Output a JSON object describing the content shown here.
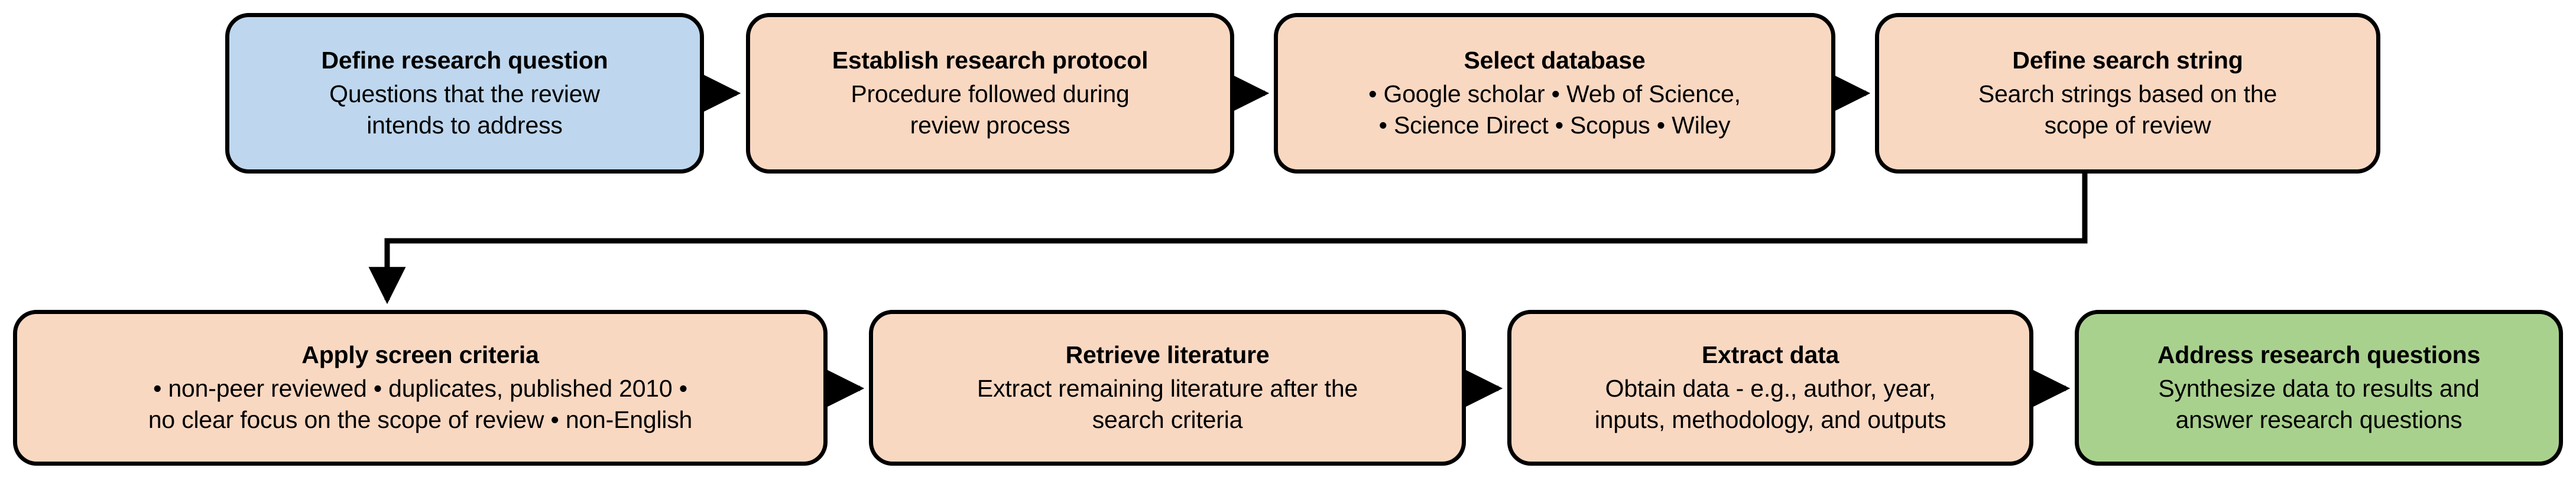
{
  "diagram": {
    "title": "Systematic literature review process flowchart",
    "colors": {
      "node_blue": "#bed7ee",
      "node_peach": "#f9d8c2",
      "node_green": "#a9d18e",
      "stroke": "#000000",
      "background": "#ffffff"
    },
    "nodes": [
      {
        "id": "define-research-question",
        "title": "Define research question",
        "desc_lines": [
          "Questions that the review",
          "intends to address"
        ],
        "fill": "blue"
      },
      {
        "id": "establish-research-protocol",
        "title": "Establish research protocol",
        "desc_lines": [
          "Procedure followed during",
          "review process"
        ],
        "fill": "peach"
      },
      {
        "id": "select-database",
        "title": "Select database",
        "desc_lines": [
          "• Google scholar • Web of Science,",
          "• Science Direct • Scopus • Wiley"
        ],
        "fill": "peach"
      },
      {
        "id": "define-search-string",
        "title": "Define search string",
        "desc_lines": [
          "Search strings based on the",
          "scope of review"
        ],
        "fill": "peach"
      },
      {
        "id": "apply-screen-criteria",
        "title": "Apply screen criteria",
        "desc_lines": [
          "• non-peer reviewed • duplicates, published 2010 •",
          "no clear focus on the scope of review • non-English"
        ],
        "fill": "peach"
      },
      {
        "id": "retrieve-literature",
        "title": "Retrieve literature",
        "desc_lines": [
          "Extract remaining literature after the",
          "search criteria"
        ],
        "fill": "peach"
      },
      {
        "id": "extract-data",
        "title": "Extract data",
        "desc_lines": [
          "Obtain data - e.g., author, year,",
          "inputs, methodology, and outputs"
        ],
        "fill": "peach"
      },
      {
        "id": "address-research-questions",
        "title": "Address research questions",
        "desc_lines": [
          "Synthesize data to results and",
          "answer research questions"
        ],
        "fill": "green"
      }
    ],
    "edges": [
      {
        "id": "edge-1",
        "from": "define-research-question",
        "to": "establish-research-protocol",
        "kind": "straight-right"
      },
      {
        "id": "edge-2",
        "from": "establish-research-protocol",
        "to": "select-database",
        "kind": "straight-right"
      },
      {
        "id": "edge-3",
        "from": "select-database",
        "to": "define-search-string",
        "kind": "straight-right"
      },
      {
        "id": "edge-4",
        "from": "define-search-string",
        "to": "apply-screen-criteria",
        "kind": "elbow-down-left"
      },
      {
        "id": "edge-5",
        "from": "apply-screen-criteria",
        "to": "retrieve-literature",
        "kind": "straight-right"
      },
      {
        "id": "edge-6",
        "from": "retrieve-literature",
        "to": "extract-data",
        "kind": "straight-right"
      },
      {
        "id": "edge-7",
        "from": "extract-data",
        "to": "address-research-questions",
        "kind": "straight-right"
      }
    ]
  }
}
